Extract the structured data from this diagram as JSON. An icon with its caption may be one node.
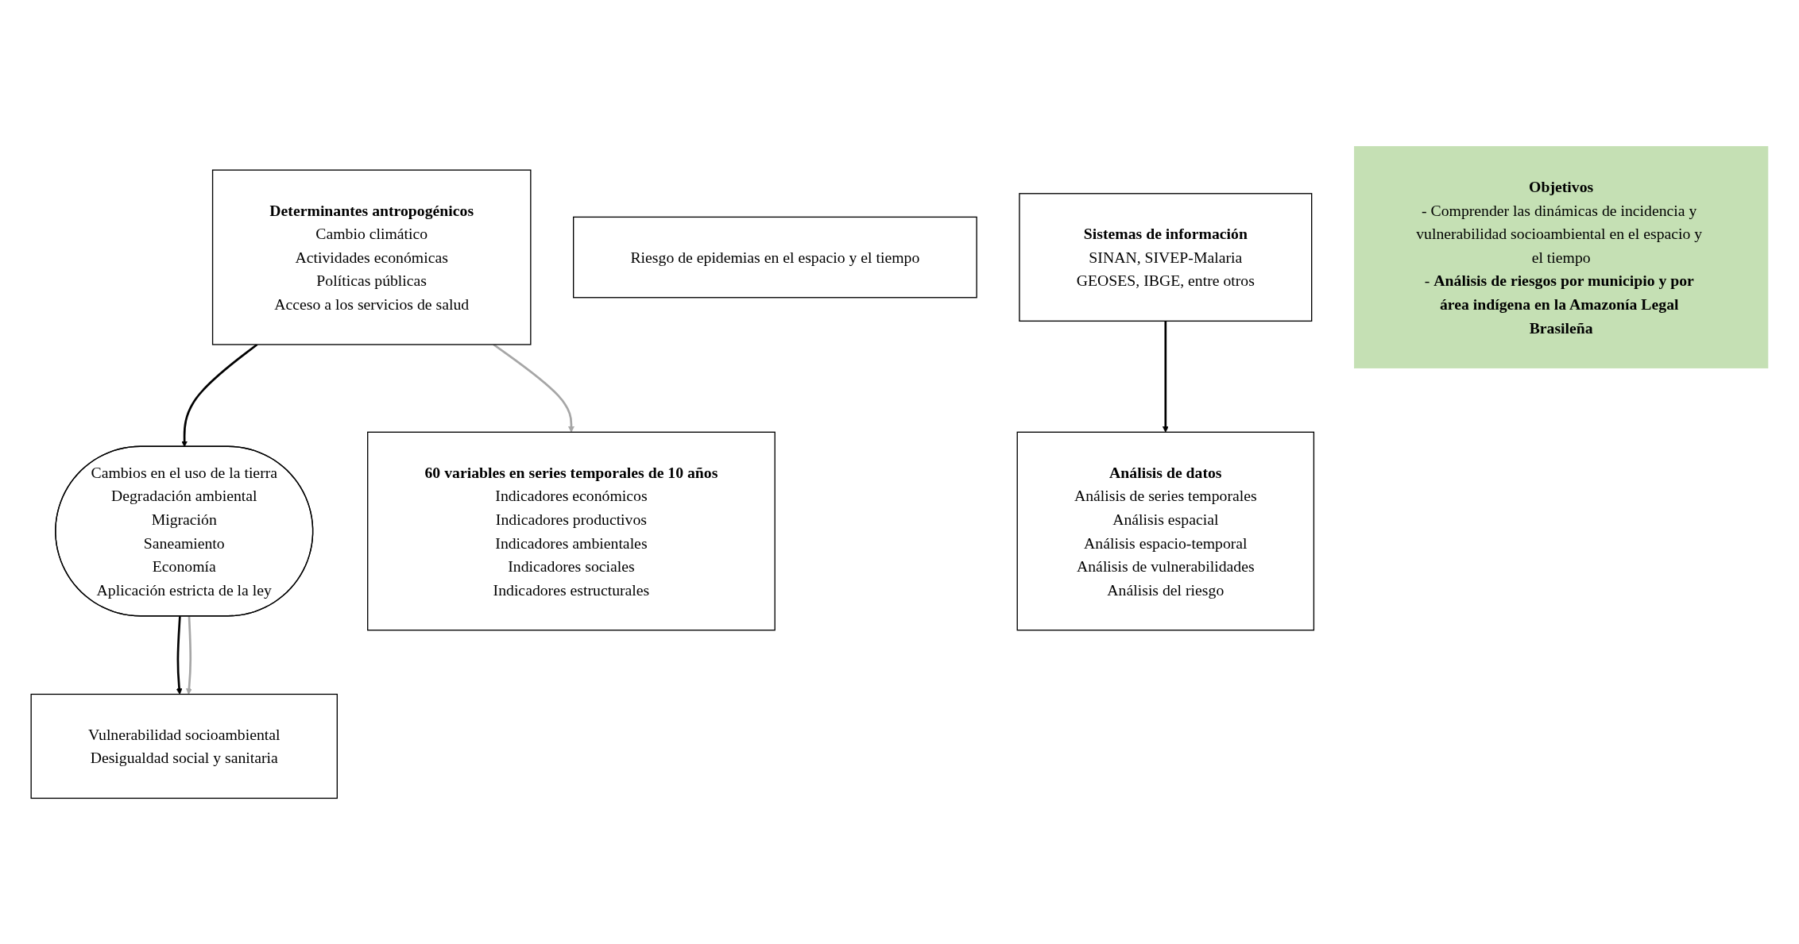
{
  "diagram": {
    "nodes": [
      {
        "text": [
          "Determinantes antropogénicos",
          "Cambio climático",
          "Actividades económicas",
          "Políticas públicas",
          "Acceso a los servicios de salud"
        ]
      },
      {
        "text": [
          "Cambios en el uso de la tierra",
          "Degradación ambiental",
          "Migración",
          "Saneamiento",
          "Economía",
          "Aplicación estricta de la ley"
        ]
      },
      {
        "text": [
          "Vulnerabilidad socioambiental",
          "Desigualdad social y sanitaria"
        ]
      },
      {
        "text": [
          "Riesgo de epidemias en el espacio y el tiempo"
        ]
      },
      {
        "text": [
          "60 variables en series temporales de 10 años",
          "Indicadores económicos",
          "Indicadores productivos",
          "Indicadores ambientales",
          "Indicadores sociales",
          "Indicadores estructurales"
        ]
      },
      {
        "text": [
          "Sistemas de información",
          "SINAN, SIVEP-Malaria",
          "GEOSES, IBGE, entre otros"
        ]
      },
      {
        "text": [
          "Análisis de datos",
          "Análisis de series temporales",
          "Análisis espacial",
          "Análisis espacio-temporal",
          "Análisis de vulnerabilidades",
          "Análisis del riesgo"
        ]
      },
      {
        "text": [
          "Objetivos",
          "- Comprender las dinámicas de incidencia y vulnerabilidad socioambiental en el espacio y el tiempo",
          "- **Análisis de riesgos por municipio y por área indígena en la Amazonía Legal Brasileña**"
        ]
      }
    ],
    "edges": [
      {
        "from": 0,
        "to": 1,
        "arrow": "to"
      },
      {
        "from": 1,
        "to": 2,
        "arrow": "to"
      },
      {
        "from": 1,
        "to": 2,
        "arrow": "to",
        "color": "#a6a6a6"
      },
      {
        "from": 0,
        "to": 4,
        "arrow": "to",
        "color": "#a6a6a6"
      },
      {
        "from": 5,
        "to": 6,
        "arrow": "to"
      }
    ]
  }
}
